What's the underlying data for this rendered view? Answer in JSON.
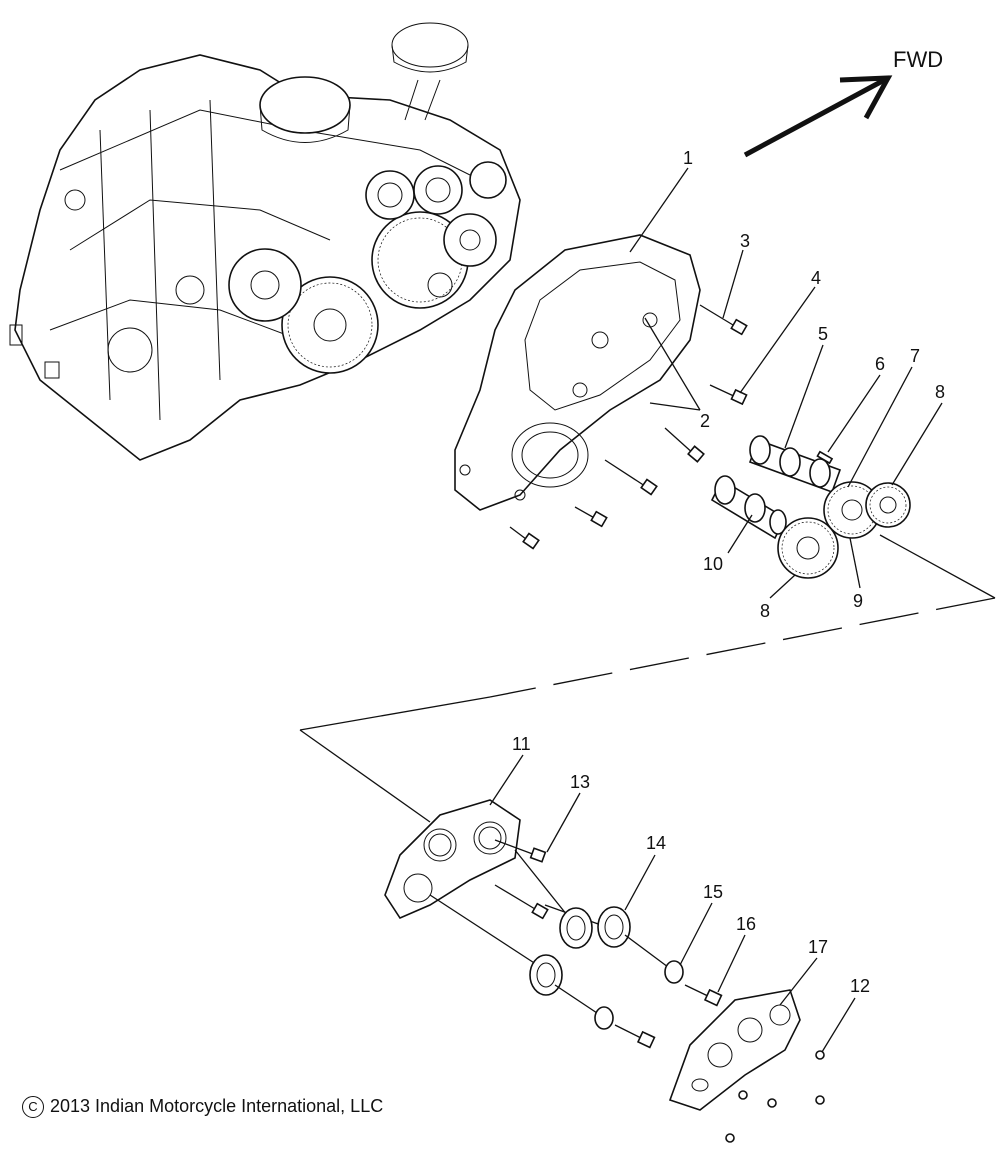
{
  "direction_label": "FWD",
  "callouts": {
    "c1": "1",
    "c2": "2",
    "c3": "3",
    "c4": "4",
    "c5": "5",
    "c6": "6",
    "c7": "7",
    "c8a": "8",
    "c8b": "8",
    "c9": "9",
    "c10": "10",
    "c11": "11",
    "c12": "12",
    "c13": "13",
    "c14": "14",
    "c15": "15",
    "c16": "16",
    "c17": "17"
  },
  "copyright": {
    "symbol": "C",
    "text": "2013 Indian Motorcycle International, LLC"
  }
}
